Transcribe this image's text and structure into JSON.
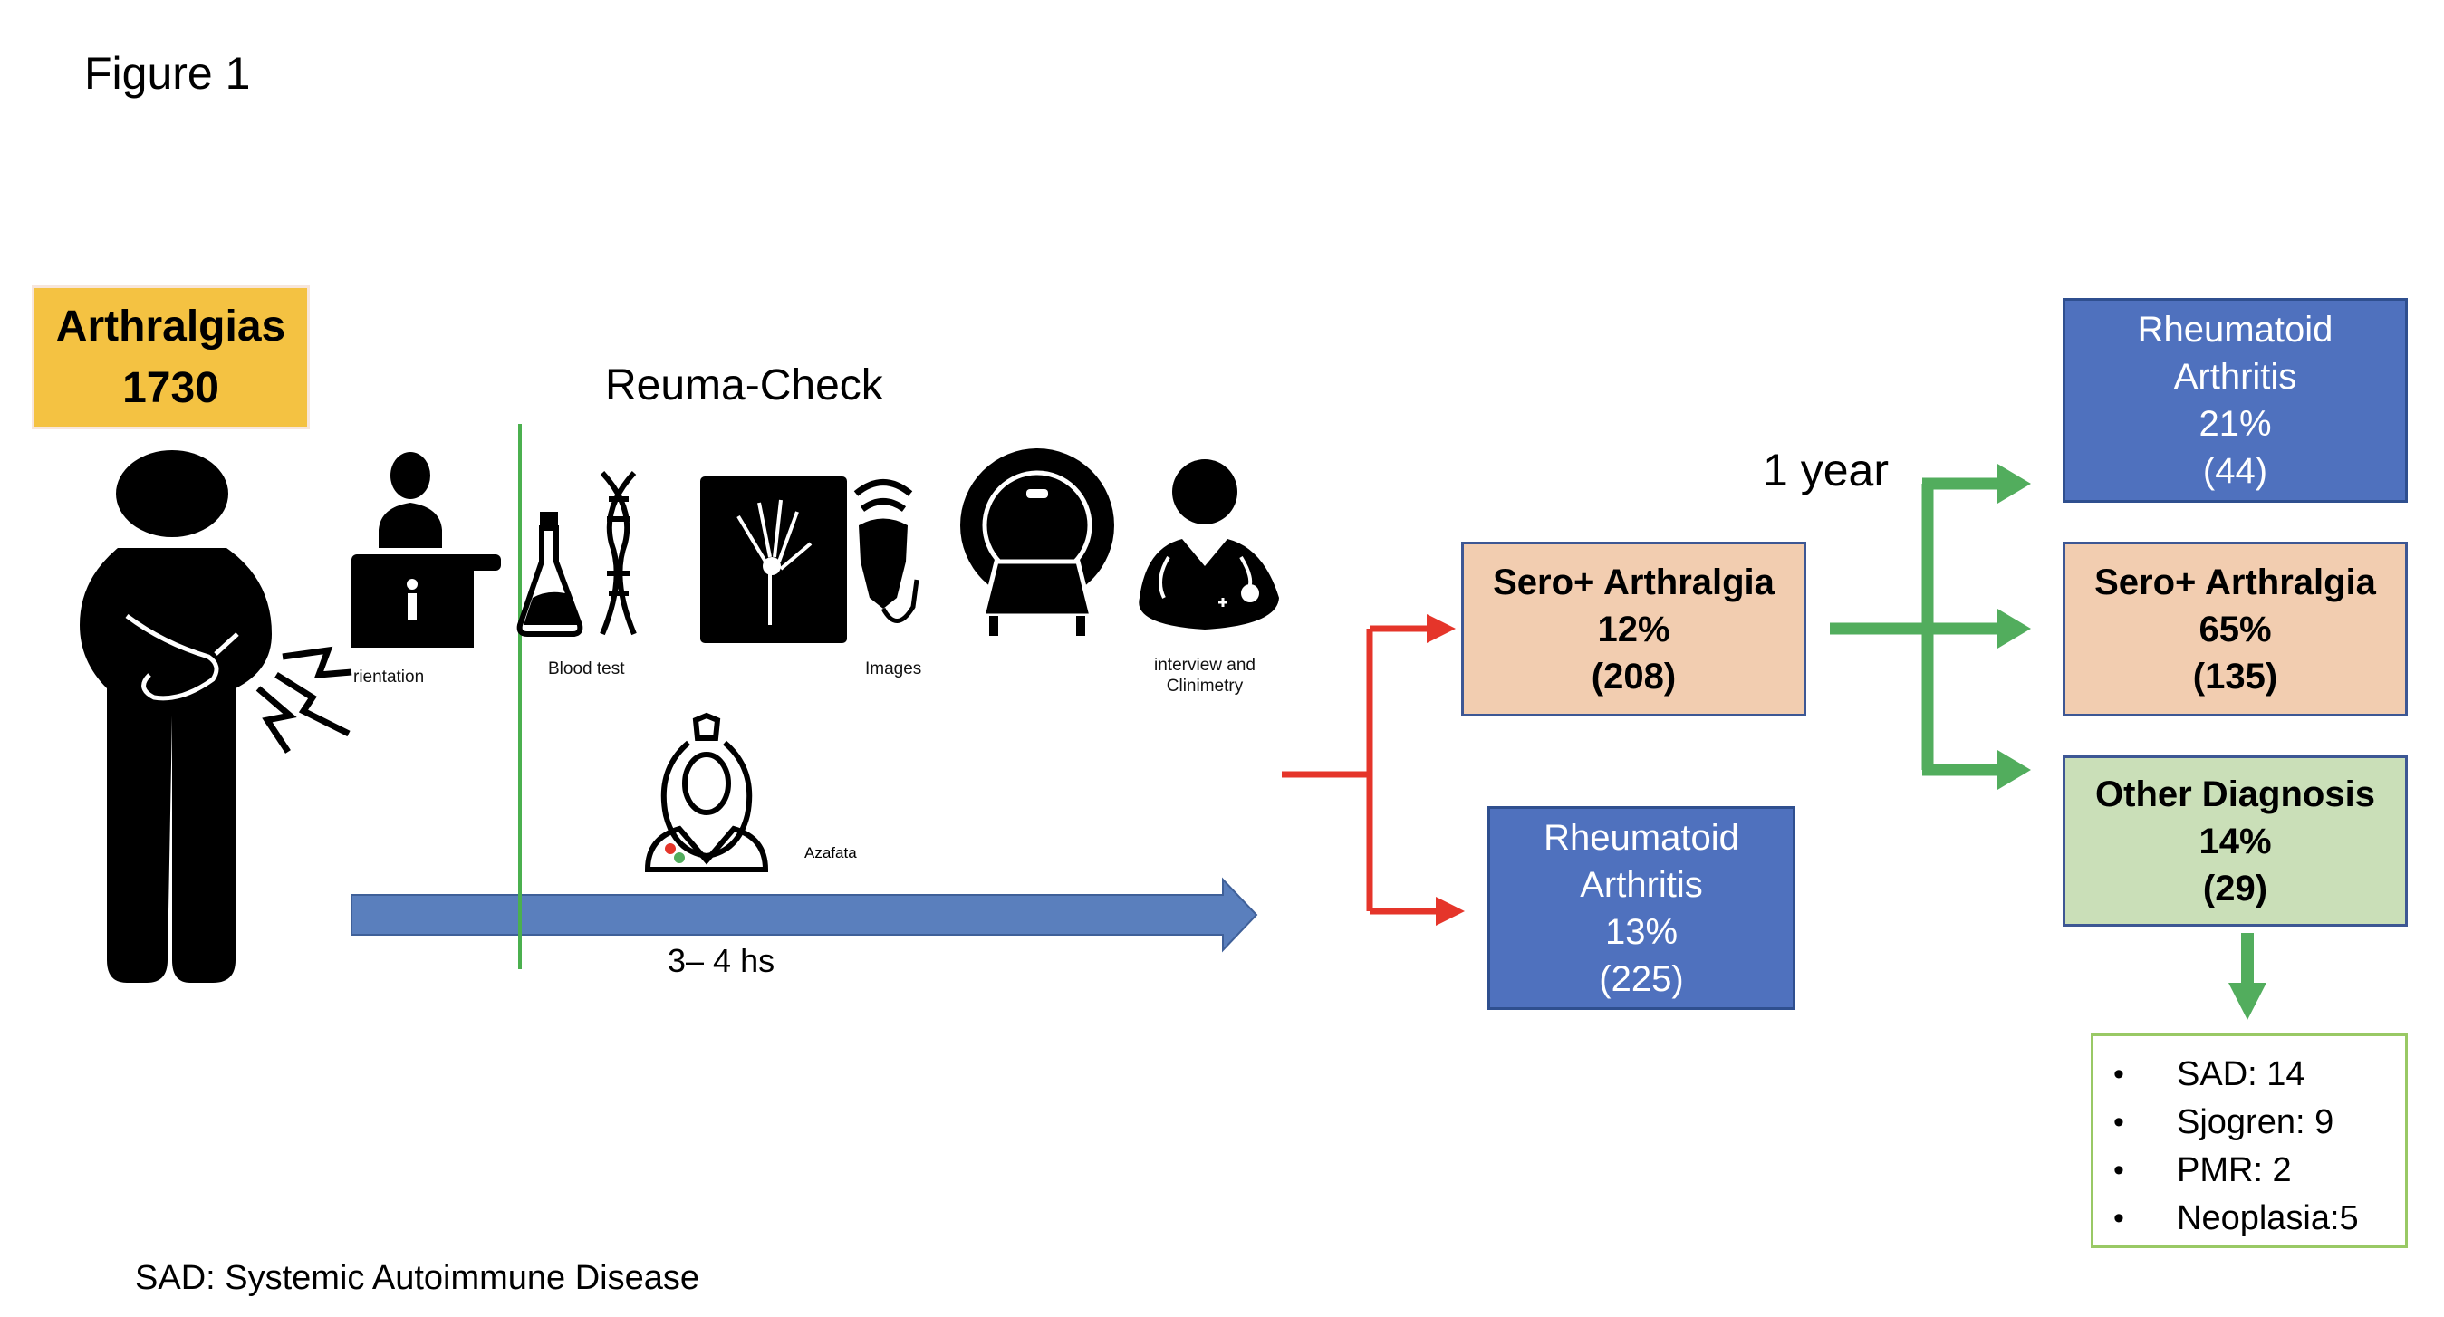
{
  "figure_title": "Figure 1",
  "start_node": {
    "label": "Arthralgias",
    "count": "1730",
    "color": "#f4c242"
  },
  "reuma_check": {
    "title": "Reuma-Check",
    "steps": [
      {
        "icon": "reception-desk-icon",
        "label": "rientation"
      },
      {
        "icon": "blood-test-icon",
        "label": "Blood test"
      },
      {
        "icon": "imaging-icon",
        "label": "Images"
      },
      {
        "icon": "doctor-icon",
        "label": "interview and Clinimetry"
      }
    ],
    "assistant": {
      "icon": "nurse-icon",
      "label": "Azafata"
    },
    "duration": "3– 4 hs"
  },
  "first_outcomes": [
    {
      "label": "Sero+ Arthralgia",
      "percent": "12%",
      "count": "(208)",
      "color": "#f2cdb0"
    },
    {
      "label_line1": "Rheumatoid",
      "label_line2": "Arthritis",
      "percent": "13%",
      "count": "(225)",
      "color": "#4f71be"
    }
  ],
  "follow_up": {
    "interval": "1 year",
    "outcomes": [
      {
        "label_line1": "Rheumatoid",
        "label_line2": "Arthritis",
        "percent": "21%",
        "count": "(44)",
        "color": "#4f71be"
      },
      {
        "label": "Sero+ Arthralgia",
        "percent": "65%",
        "count": "(135)",
        "color": "#f2cdb0"
      },
      {
        "label": "Other Diagnosis",
        "percent": "14%",
        "count": "(29)",
        "color": "#cadfb8"
      }
    ]
  },
  "other_diagnosis_breakdown": [
    {
      "bullet": "•",
      "text": "SAD: 14"
    },
    {
      "bullet": "•",
      "text": "Sjogren: 9"
    },
    {
      "bullet": "•",
      "text": "PMR: 2"
    },
    {
      "bullet": "•",
      "text": "Neoplasia:5"
    }
  ],
  "footnote": "SAD: Systemic Autoimmune Disease",
  "colors": {
    "red_arrow": "#e5352a",
    "green_arrow": "#52ad5d",
    "timeline": "#5a7fbd",
    "divider": "#4bb04f"
  }
}
